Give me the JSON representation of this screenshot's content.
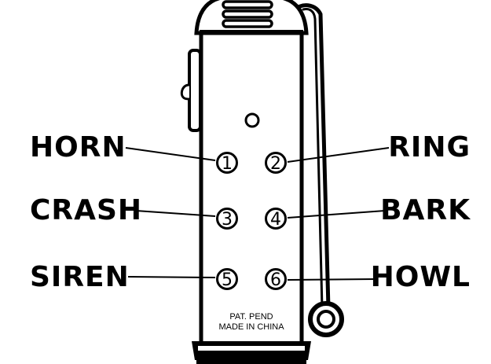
{
  "device": {
    "name": "sound-effects-keychain",
    "fine_print": {
      "line1": "PAT. PEND",
      "line2": "MADE IN CHINA"
    }
  },
  "buttons": [
    {
      "number": "1",
      "sound": "HORN",
      "side": "left"
    },
    {
      "number": "2",
      "sound": "RING",
      "side": "right"
    },
    {
      "number": "3",
      "sound": "CRASH",
      "side": "left"
    },
    {
      "number": "4",
      "sound": "BARK",
      "side": "right"
    },
    {
      "number": "5",
      "sound": "SIREN",
      "side": "left"
    },
    {
      "number": "6",
      "sound": "HOWL",
      "side": "right"
    }
  ],
  "colors": {
    "ink": "#000000",
    "paper": "#ffffff"
  }
}
